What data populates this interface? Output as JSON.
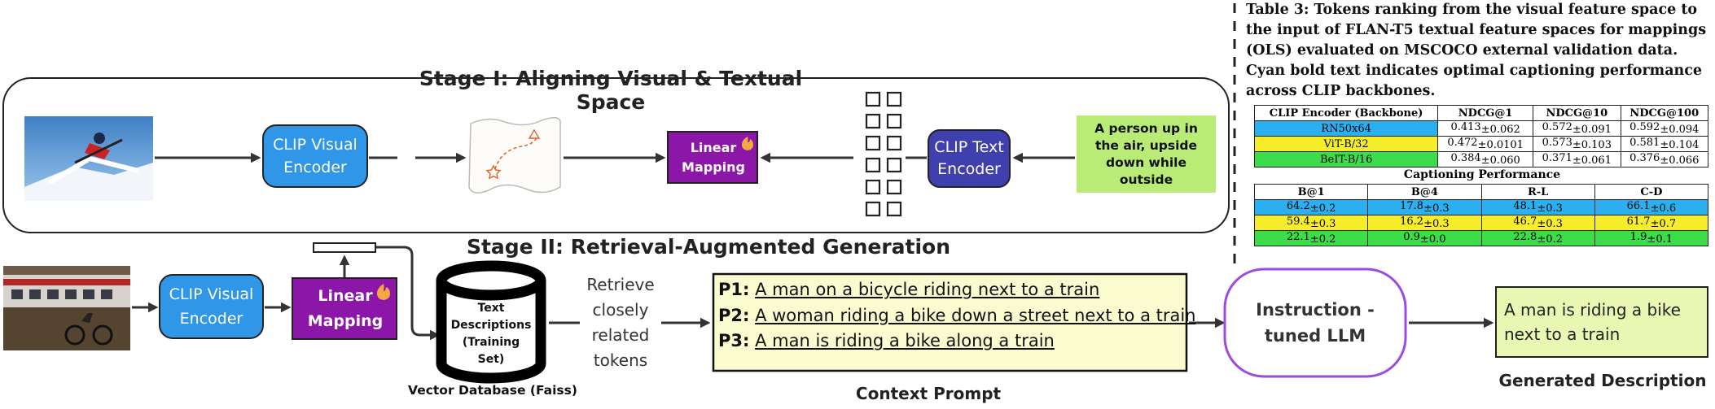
{
  "stage1": {
    "title": "Stage I: Aligning Visual & Textual Space",
    "visual_encoder": "CLIP Visual Encoder",
    "linear_mapping": "Linear Mapping",
    "text_encoder": "CLIP Text Encoder",
    "caption_input": "A person up in the air, upside down while outside"
  },
  "stage2": {
    "title": "Stage II: Retrieval-Augmented Generation",
    "visual_encoder": "CLIP Visual Encoder",
    "linear_mapping": "Linear Mapping",
    "db_text": "Text Descriptions (Training Set)",
    "db_label": "Vector Database (Faiss)",
    "retrieve_text": "Retrieve closely related tokens",
    "prompt_items": [
      {
        "tag": "P1:",
        "text": "A man on a bicycle riding next to a train"
      },
      {
        "tag": "P2:",
        "text": "A woman riding a bike down a street next to a train"
      },
      {
        "tag": "P3:",
        "text": "A man is riding a bike along a train"
      }
    ],
    "prompt_label": "Context Prompt",
    "llm": "Instruction -tuned LLM",
    "output_text": "A man is riding a bike next to a train",
    "output_label": "Generated Description"
  },
  "table": {
    "caption": "Table 3: Tokens ranking from the visual feature space to the input of FLAN-T5 textual feature spaces for mappings (OLS) evaluated on MSCOCO external validation data. Cyan bold text indicates optimal captioning performance across CLIP backbones.",
    "header": [
      "CLIP Encoder (Backbone)",
      "NDCG@1",
      "NDCG@10",
      "NDCG@100"
    ],
    "rows": [
      {
        "name": "RN50x64",
        "vals": [
          [
            "0.413",
            "±0.062"
          ],
          [
            "0.572",
            "±0.091"
          ],
          [
            "0.592",
            "±0.094"
          ]
        ]
      },
      {
        "name": "ViT-B/32",
        "vals": [
          [
            "0.472",
            "±0.0101"
          ],
          [
            "0.573",
            "±0.103"
          ],
          [
            "0.581",
            "±0.104"
          ]
        ]
      },
      {
        "name": "BeIT-B/16",
        "vals": [
          [
            "0.384",
            "±0.060"
          ],
          [
            "0.371",
            "±0.061"
          ],
          [
            "0.376",
            "±0.066"
          ]
        ]
      }
    ],
    "subtitle": "Captioning Performance",
    "header2": [
      "B@1",
      "B@4",
      "R-L",
      "C-D"
    ],
    "rows2": [
      [
        [
          "64.2",
          "±0.2"
        ],
        [
          "17.8",
          "±0.3"
        ],
        [
          "48.1",
          "±0.3"
        ],
        [
          "66.1",
          "±0.6"
        ]
      ],
      [
        [
          "59.4",
          "±0.3"
        ],
        [
          "16.2",
          "±0.3"
        ],
        [
          "46.7",
          "±0.3"
        ],
        [
          "61.7",
          "±0.7"
        ]
      ],
      [
        [
          "22.1",
          "±0.2"
        ],
        [
          "0.9",
          "±0.0"
        ],
        [
          "22.8",
          "±0.2"
        ],
        [
          "1.9",
          "±0.1"
        ]
      ]
    ]
  },
  "colors": {
    "clip_blue": "#2f96e8",
    "linear_purple": "#8b16a8",
    "text_encoder_navy": "#3f3fae",
    "caption_green": "#b9ec77",
    "prompt_yellow": "#fafcd0",
    "output_green": "#e9f7b3",
    "llm_border": "#9b4be0",
    "row_cyan": "#2ab0f0",
    "row_yellow": "#f6ee2a",
    "row_green": "#3ddc4a"
  },
  "icons": [
    "skier-photo",
    "train-bike-photo",
    "fire-icon",
    "map-icon",
    "token-grid-icon",
    "database-icon"
  ]
}
